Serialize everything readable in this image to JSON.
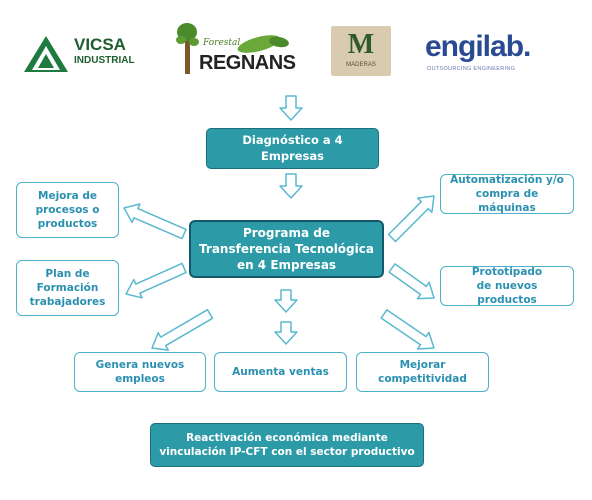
{
  "logos": {
    "vicsa": {
      "line1": "VICSA",
      "line2": "INDUSTRIAL"
    },
    "regnans": {
      "small": "Forestal",
      "big": "REGNANS"
    },
    "third": {
      "mark": "M",
      "caption": "MADERAS"
    },
    "engilab": {
      "name": "engilab.",
      "tagline": "OUTSOURCING ENGINEERING"
    }
  },
  "diagram": {
    "diagnostico": "Diagnóstico a 4 Empresas",
    "programa": "Programa de Transferencia Tecnológica en 4 Empresas",
    "mejora": "Mejora de procesos o productos",
    "plan": "Plan de Formación trabajadores",
    "automatizacion": "Automatización y/o compra de máquinas",
    "prototipado": "Prototipado de nuevos productos",
    "empleos": "Genera nuevos empleos",
    "ventas": "Aumenta ventas",
    "competitividad": "Mejorar competitividad",
    "reactivacion": "Reactivación económica mediante vinculación IP-CFT con el sector productivo"
  },
  "colors": {
    "teal_fill": "#2d9aa8",
    "teal_border": "#1d6f7c",
    "outline_border": "#4bb0c8",
    "outline_text": "#2a90b0",
    "arrow_stroke": "#5ab8cf"
  }
}
